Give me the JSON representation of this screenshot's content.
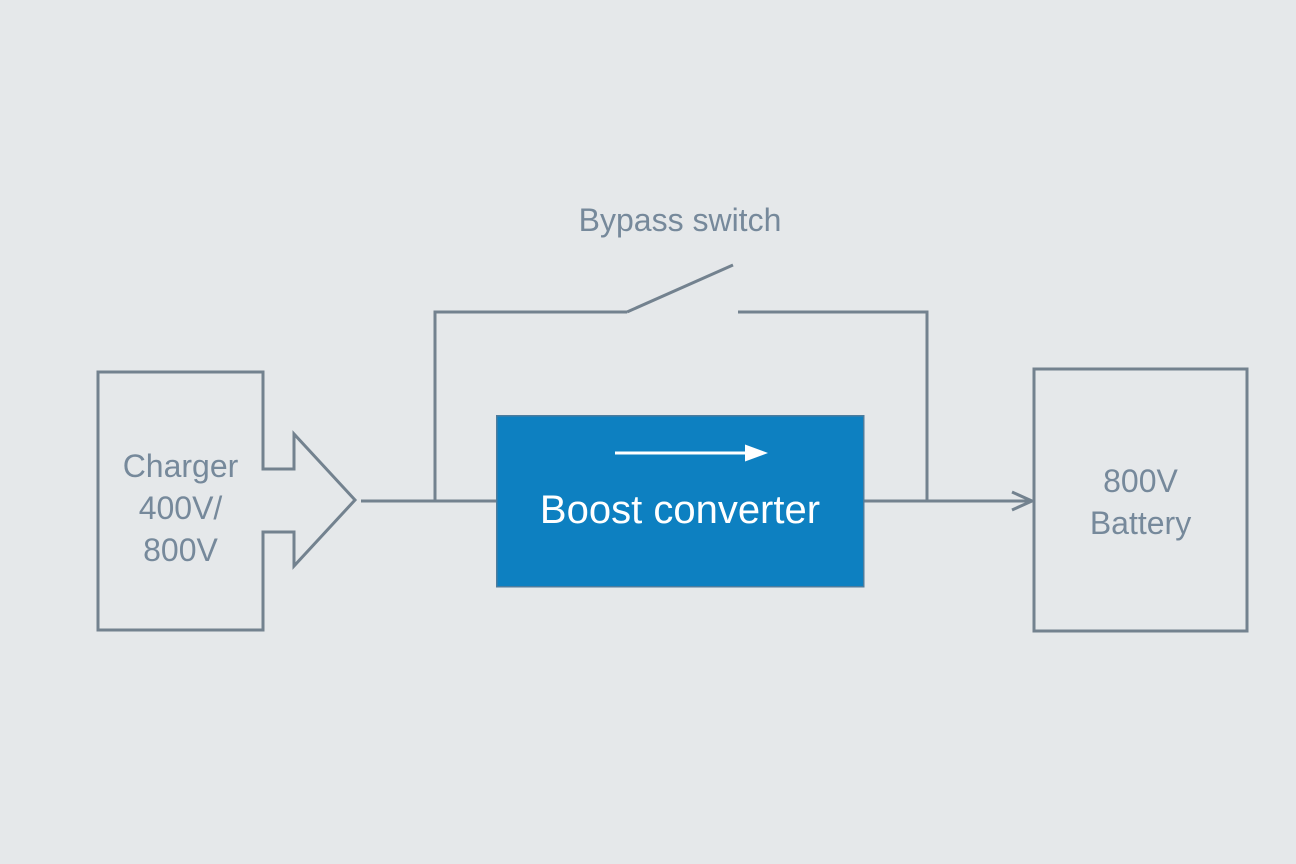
{
  "diagram": {
    "description": "Power path block diagram with bypass switch around a boost converter",
    "colors": {
      "background": "#e5e8ea",
      "line": "#73828f",
      "label_text": "#76899b",
      "boost_fill": "#0d80c1",
      "boost_border": "#4d7c9d",
      "boost_text": "#ffffff"
    },
    "charger": {
      "lines": [
        "Charger",
        "400V/",
        "800V"
      ]
    },
    "bypass": {
      "label": "Bypass switch"
    },
    "boost": {
      "label": "Boost converter"
    },
    "battery": {
      "lines": [
        "800V",
        "Battery"
      ]
    }
  }
}
